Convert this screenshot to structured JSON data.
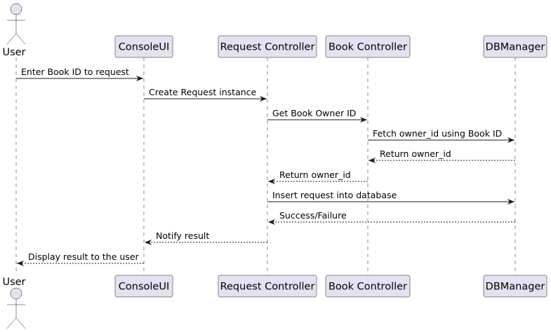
{
  "participants": [
    {
      "id": "user",
      "label": "User",
      "kind": "actor"
    },
    {
      "id": "consoleui",
      "label": "ConsoleUI",
      "kind": "participant"
    },
    {
      "id": "request_controller",
      "label": "Request Controller",
      "kind": "participant"
    },
    {
      "id": "book_controller",
      "label": "Book Controller",
      "kind": "participant"
    },
    {
      "id": "dbmanager",
      "label": "DBManager",
      "kind": "participant"
    }
  ],
  "messages": [
    {
      "from": "user",
      "to": "consoleui",
      "label": "Enter Book ID to request",
      "style": "sync"
    },
    {
      "from": "consoleui",
      "to": "request_controller",
      "label": "Create Request instance",
      "style": "sync"
    },
    {
      "from": "request_controller",
      "to": "book_controller",
      "label": "Get Book Owner ID",
      "style": "sync"
    },
    {
      "from": "book_controller",
      "to": "dbmanager",
      "label": "Fetch owner_id using Book ID",
      "style": "sync"
    },
    {
      "from": "dbmanager",
      "to": "book_controller",
      "label": "Return owner_id",
      "style": "return"
    },
    {
      "from": "book_controller",
      "to": "request_controller",
      "label": "Return owner_id",
      "style": "return"
    },
    {
      "from": "request_controller",
      "to": "dbmanager",
      "label": "Insert request into database",
      "style": "sync"
    },
    {
      "from": "dbmanager",
      "to": "request_controller",
      "label": "Success/Failure",
      "style": "return"
    },
    {
      "from": "request_controller",
      "to": "consoleui",
      "label": "Notify result",
      "style": "return"
    },
    {
      "from": "consoleui",
      "to": "user",
      "label": "Display result to the user",
      "style": "return"
    }
  ],
  "colors": {
    "participant_fill": "#e2e2f0",
    "line": "#181818",
    "text": "#000000"
  }
}
